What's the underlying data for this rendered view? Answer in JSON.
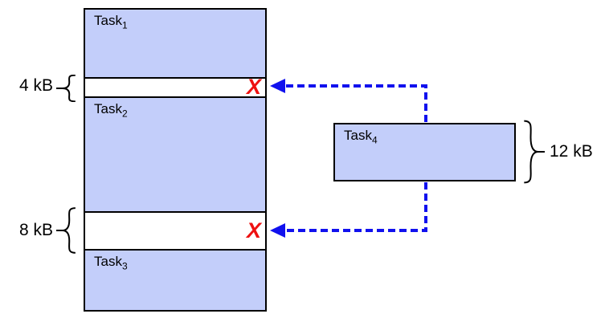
{
  "diagram": {
    "description_hint": "memory fragmentation diagram",
    "memory": {
      "segments": [
        {
          "kind": "task",
          "name": "Task",
          "subscript": "1"
        },
        {
          "kind": "gap",
          "label": "4 kB"
        },
        {
          "kind": "task",
          "name": "Task",
          "subscript": "2"
        },
        {
          "kind": "gap",
          "label": "8 kB"
        },
        {
          "kind": "task",
          "name": "Task",
          "subscript": "3"
        }
      ]
    },
    "incoming_task": {
      "name": "Task",
      "subscript": "4",
      "size_label": "12 kB"
    },
    "reject_mark": "X",
    "colors": {
      "task_fill": "#c3cefa",
      "outline": "#000000",
      "arrow_blue": "#1111ee",
      "reject_red": "#ee1111"
    }
  }
}
